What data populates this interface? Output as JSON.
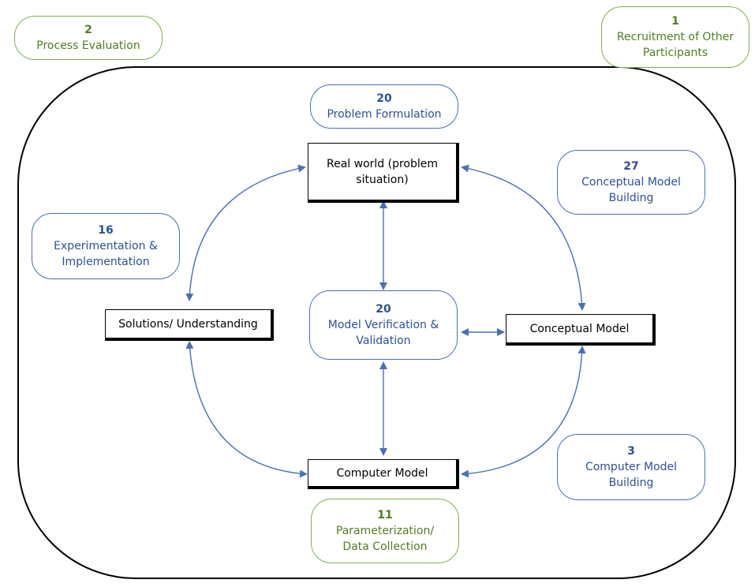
{
  "labels": {
    "process_evaluation": {
      "num": "2",
      "text": "Process Evaluation"
    },
    "recruitment": {
      "num": "1",
      "text": "Recruitment of Other Participants"
    },
    "problem_formulation": {
      "num": "20",
      "text": "Problem Formulation"
    },
    "conceptual_model_building": {
      "num": "27",
      "text": "Conceptual Model Building"
    },
    "experimentation": {
      "num": "16",
      "text": "Experimentation & Implementation"
    },
    "verification": {
      "num": "20",
      "text": "Model Verification & Validation"
    },
    "computer_model_building": {
      "num": "3",
      "text": "Computer Model Building"
    },
    "parameterization": {
      "num": "11",
      "text": "Parameterization/ Data Collection"
    }
  },
  "nodes": {
    "real_world": "Real world (problem situation)",
    "solutions": "Solutions/ Understanding",
    "conceptual_model": "Conceptual Model",
    "computer_model": "Computer Model"
  },
  "colors": {
    "blue_label": "#2f4f9a",
    "green_label": "#4f7f1f",
    "arrow": "#4a6fb5"
  }
}
